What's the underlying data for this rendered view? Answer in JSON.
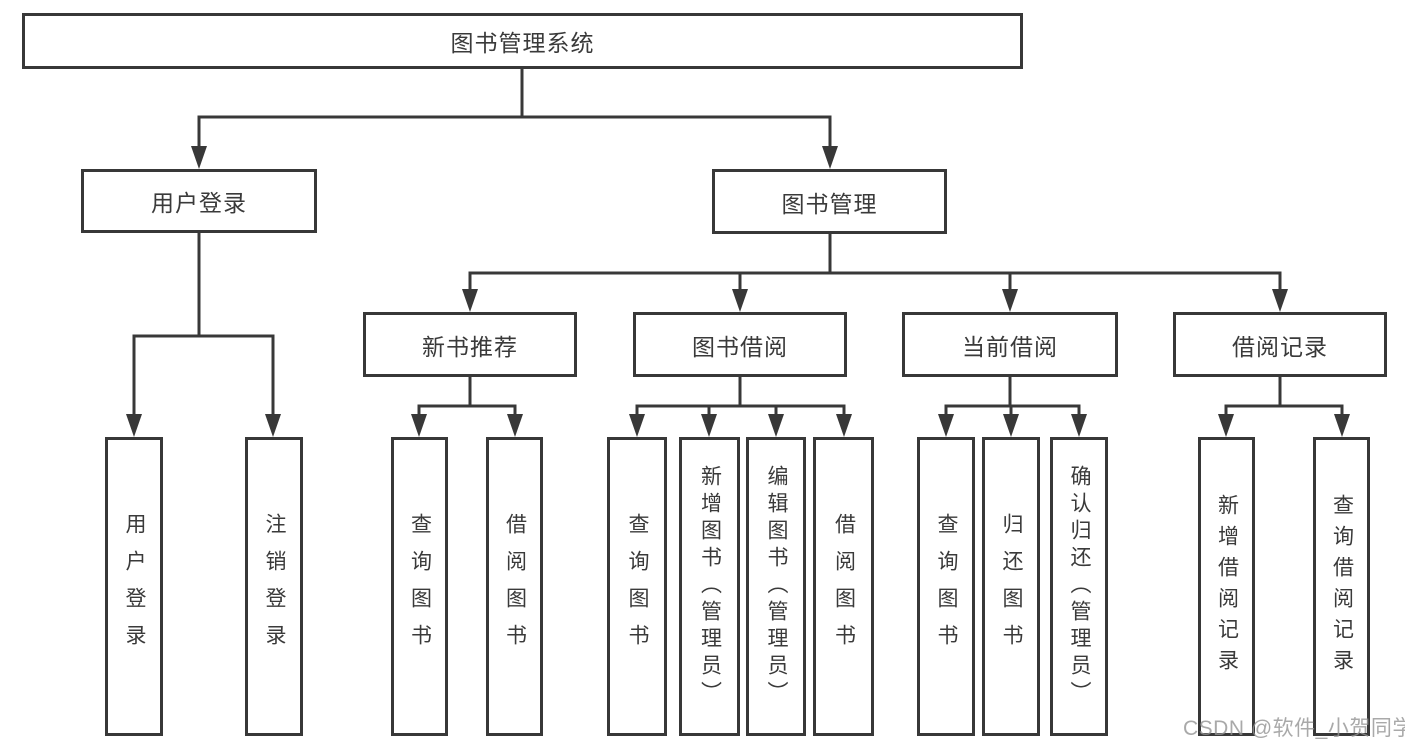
{
  "colors": {
    "line": "#383838",
    "text": "#3a3a3a",
    "box_background": "#ffffff",
    "watermark": "#949494"
  },
  "nodes": {
    "root": {
      "label": "图书管理系统"
    },
    "user_login": {
      "label": "用户登录"
    },
    "book_management": {
      "label": "图书管理"
    },
    "new_book_recommend": {
      "label": "新书推荐"
    },
    "book_borrow": {
      "label": "图书借阅"
    },
    "current_borrow": {
      "label": "当前借阅"
    },
    "borrow_records": {
      "label": "借阅记录"
    },
    "user_login_leaf": {
      "label": "用户登录"
    },
    "logout_leaf": {
      "label": "注销登录"
    },
    "query_books_recommend": {
      "label": "查询图书"
    },
    "borrow_books_recommend": {
      "label": "借阅图书"
    },
    "query_books_borrow": {
      "label": "查询图书"
    },
    "add_books_admin": {
      "label": "新增图书（管理员）"
    },
    "edit_books_admin": {
      "label": "编辑图书（管理员）"
    },
    "borrow_books_borrow": {
      "label": "借阅图书"
    },
    "query_books_current": {
      "label": "查询图书"
    },
    "return_books": {
      "label": "归还图书"
    },
    "confirm_return_admin": {
      "label": "确认归还（管理员）"
    },
    "add_borrow_record": {
      "label": "新增借阅记录"
    },
    "query_borrow_record": {
      "label": "查询借阅记录"
    }
  },
  "watermark": {
    "text": "CSDN @软件_小贺同学"
  }
}
